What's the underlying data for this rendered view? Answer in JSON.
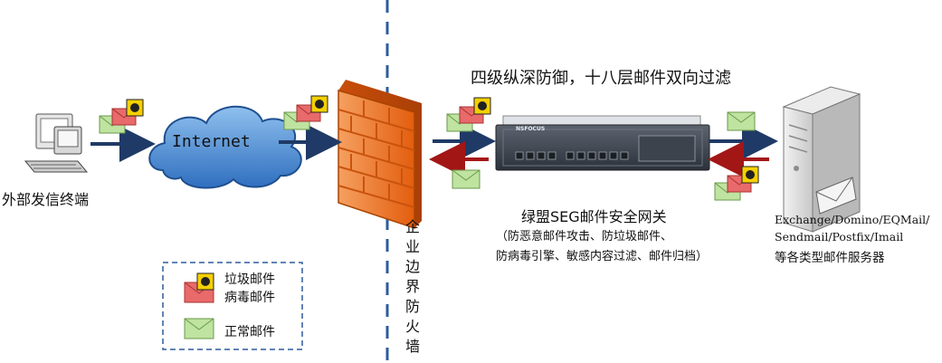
{
  "sender_label": "外部发信终端",
  "cloud_label": "Internet",
  "firewall_label": [
    "企",
    "业",
    "边",
    "界",
    "防",
    "火",
    "墙"
  ],
  "defense_title": "四级纵深防御，十八层邮件双向过滤",
  "gateway_brand": "NSFOCUS",
  "gateway": {
    "name": "绿盟SEG邮件安全网关",
    "desc_line1": "（防恶意邮件攻击、防垃圾邮件、",
    "desc_line2": "防病毒引擎、敏感内容过滤、邮件归档）"
  },
  "server": {
    "line1": "Exchange/Domino/EQMail/",
    "line2": "Sendmail/Postfix/Imail",
    "line3": "等各类型邮件服务器"
  },
  "legend": {
    "spam_line1": "垃圾邮件",
    "spam_line2": "病毒邮件",
    "normal": "正常邮件"
  },
  "colors": {
    "arrow_blue": "#1f3a66",
    "arrow_red": "#a31616",
    "cloud": "#4f8fd6",
    "firewall": "#f07a22",
    "envelope_green": "#bfe3a0",
    "envelope_red": "#e86a6a",
    "hazard_yellow": "#f5d000"
  }
}
